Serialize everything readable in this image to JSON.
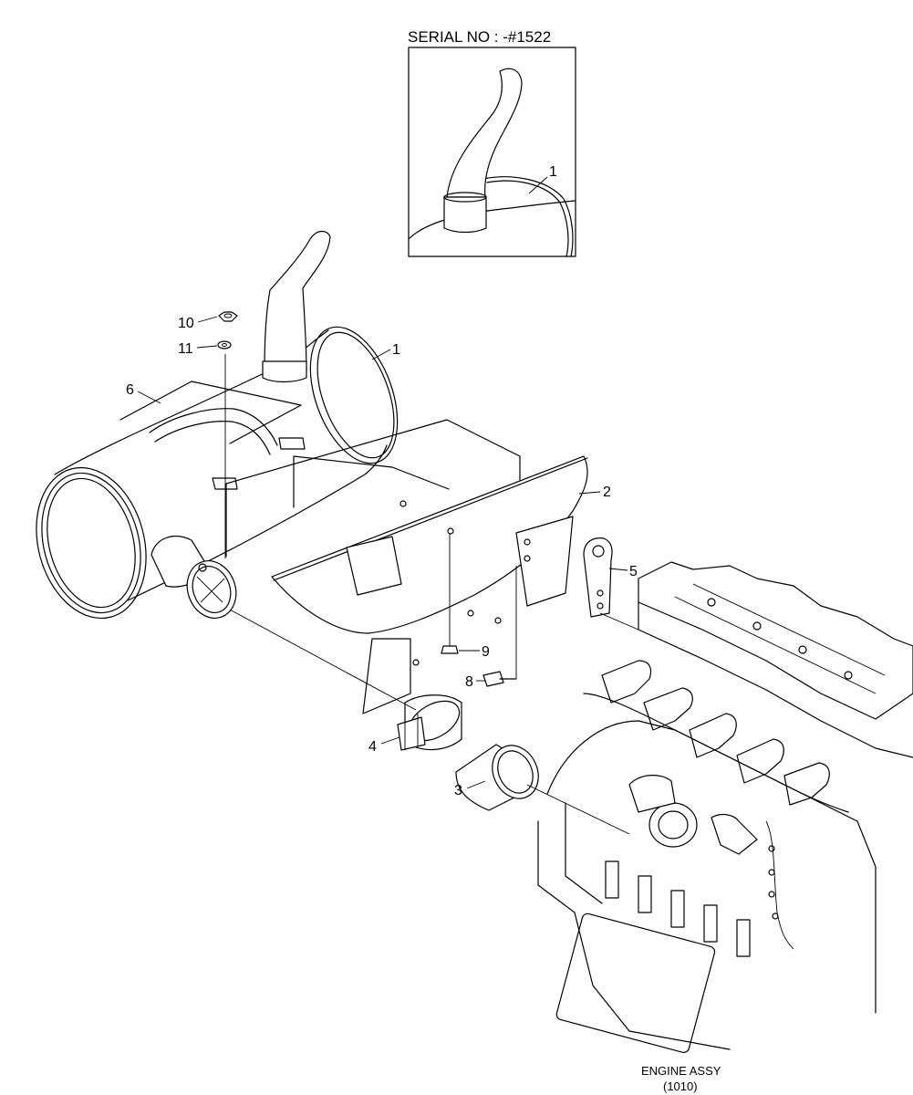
{
  "inset": {
    "serial_label": "SERIAL NO : -#1522",
    "callout": "1"
  },
  "callouts": {
    "c1": "1",
    "c2": "2",
    "c3": "3",
    "c4": "4",
    "c5": "5",
    "c6": "6",
    "c8": "8",
    "c9": "9",
    "c10": "10",
    "c11": "11"
  },
  "engine": {
    "label": "ENGINE ASSY",
    "ref": "(1010)"
  }
}
